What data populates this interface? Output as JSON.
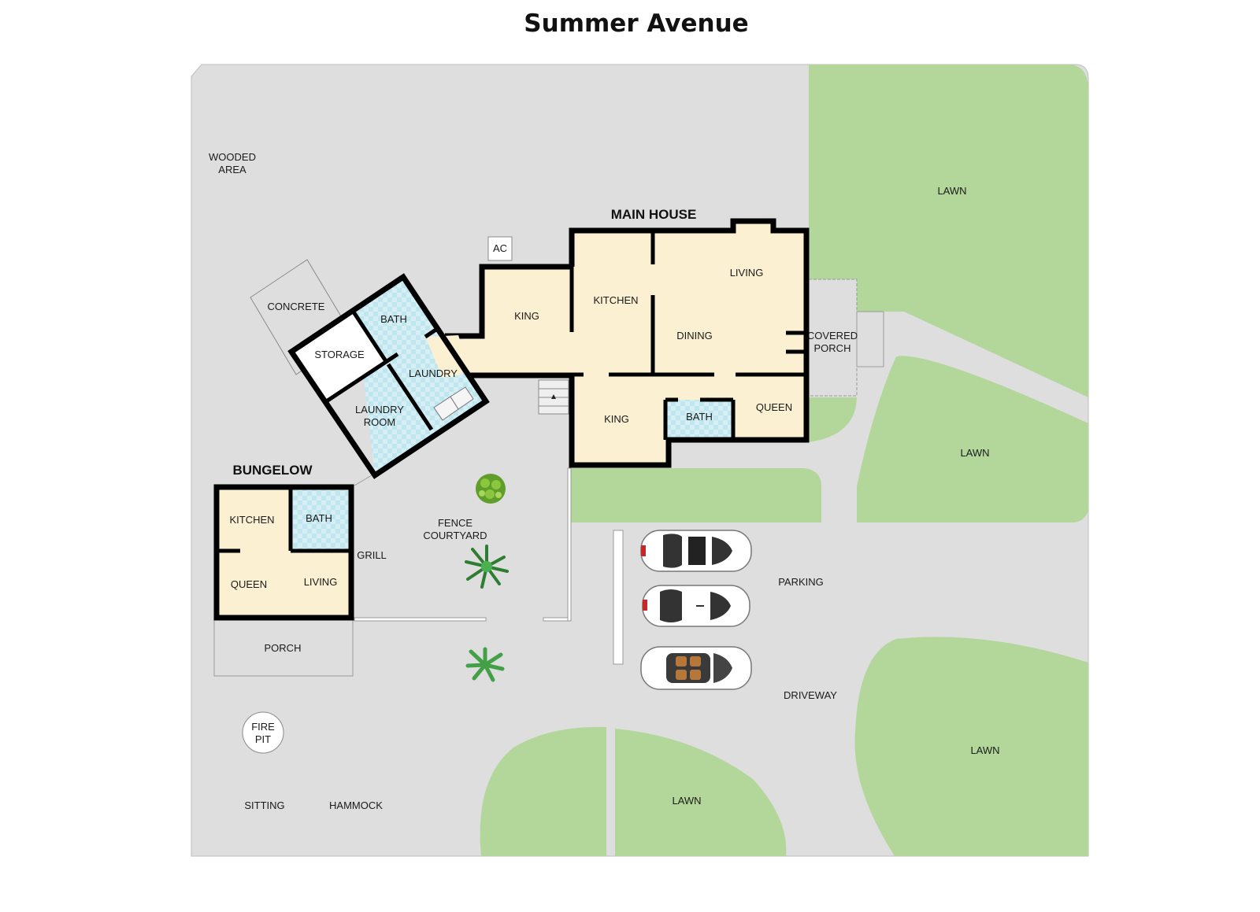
{
  "title": "Summer Avenue",
  "headings": {
    "main_house": "MAIN HOUSE",
    "bungelow": "BUNGELOW"
  },
  "main_house_rooms": {
    "king_1": "KING",
    "kitchen": "KITCHEN",
    "living": "LIVING",
    "dining": "DINING",
    "king_2": "KING",
    "bath": "BATH",
    "queen": "QUEEN",
    "ac": "AC",
    "covered_porch": [
      "COVERED",
      "PORCH"
    ]
  },
  "annex_rooms": {
    "bath": "BATH",
    "storage": "STORAGE",
    "laundry": "LAUNDRY",
    "laundry_room": [
      "LAUNDRY",
      "ROOM"
    ],
    "concrete": "CONCRETE"
  },
  "bungelow_rooms": {
    "kitchen": "KITCHEN",
    "bath": "BATH",
    "queen": "QUEEN",
    "living": "LIVING",
    "porch": "PORCH",
    "grill": "GRILL"
  },
  "site": {
    "wooded_area": [
      "WOODED",
      "AREA"
    ],
    "fence_courtyard": [
      "FENCE",
      "COURTYARD"
    ],
    "parking": "PARKING",
    "driveway": "DRIVEWAY",
    "fire_pit": [
      "FIRE",
      "PIT"
    ],
    "sitting": "SITTING",
    "hammock": "HAMMOCK",
    "lawn_top_right": "LAWN",
    "lawn_middle_right": "LAWN",
    "lawn_bottom_right": "LAWN",
    "lawn_bottom_center": "LAWN"
  },
  "colors": {
    "ground": "#dedede",
    "lawn": "#b3d79a",
    "room_fill": "#fbf0d2",
    "wet_room_fill": "#bfe6ee",
    "wall": "#000000"
  }
}
